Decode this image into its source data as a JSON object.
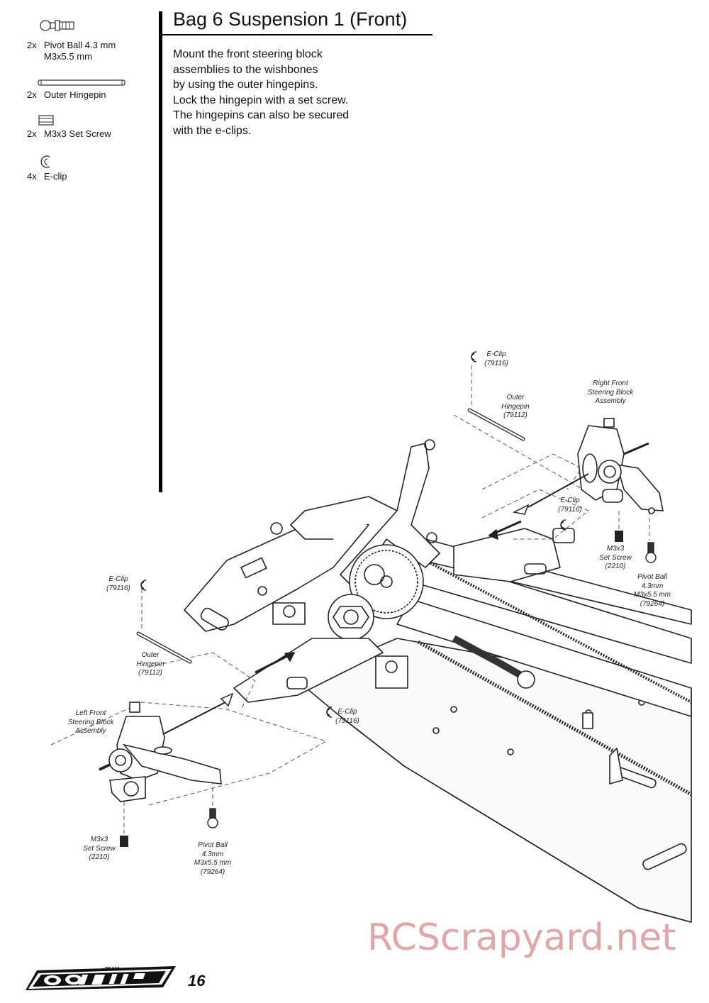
{
  "parts": [
    {
      "qty": "2x",
      "name": "Pivot Ball 4.3 mm",
      "sub": "M3x5.5 mm",
      "icon": "pivot-ball-icon"
    },
    {
      "qty": "2x",
      "name": "Outer Hingepin",
      "icon": "hingepin-icon"
    },
    {
      "qty": "2x",
      "name": "M3x3 Set Screw",
      "icon": "set-screw-icon"
    },
    {
      "qty": "4x",
      "name": "E-clip",
      "icon": "e-clip-icon"
    }
  ],
  "title": "Bag 6 Suspension 1 (Front)",
  "instructions": [
    "Mount the front steering block",
    "assemblies to the wishbones",
    "by using the outer hingepins.",
    "Lock the hingepin with a set screw.",
    "The hingepins can also be secured",
    "with the e-clips."
  ],
  "callouts": {
    "eclip_top": [
      "E-Clip",
      "(79116)"
    ],
    "hingepin_top": [
      "Outer",
      "Hingepin",
      "(79112)"
    ],
    "right_block": [
      "Right Front",
      "Steering Block",
      "Assembly"
    ],
    "eclip_right": [
      "E-Clip",
      "(79116)"
    ],
    "setscrew_right": [
      "M3x3",
      "Set Screw",
      "(2210)"
    ],
    "pivot_right": [
      "Pivot Ball",
      "4.3mm",
      "M3x5.5 mm",
      "(79264)"
    ],
    "eclip_left": [
      "E-Clip",
      "(79116)"
    ],
    "hingepin_left": [
      "Outer",
      "Hingepin",
      "(79112)"
    ],
    "left_block": [
      "Left Front",
      "Steering Block",
      "Assembly"
    ],
    "eclip_mid": [
      "E-Clip",
      "(79116)"
    ],
    "setscrew_left": [
      "M3x3",
      "Set Screw",
      "(2210)"
    ],
    "pivot_left": [
      "Pivot Ball",
      "4.3mm",
      "M3x5.5 mm",
      "(79264)"
    ]
  },
  "watermark": "RCScrapyard.net",
  "logo_text": "TEAM CORALLY",
  "page_number": "16"
}
